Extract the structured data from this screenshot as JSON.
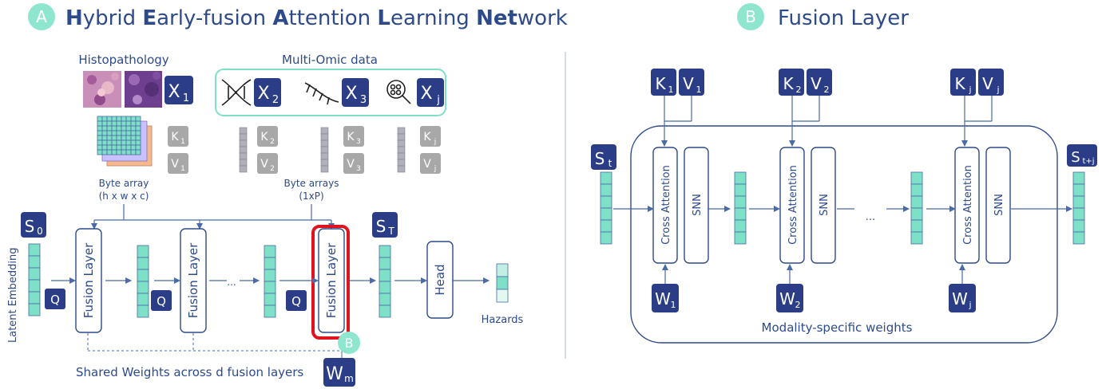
{
  "panelA": {
    "badge": "A",
    "title_parts": [
      {
        "t": "H",
        "b": true
      },
      {
        "t": "ybrid ",
        "b": false
      },
      {
        "t": "E",
        "b": true
      },
      {
        "t": "arly-fusion ",
        "b": false
      },
      {
        "t": "A",
        "b": true
      },
      {
        "t": "ttention ",
        "b": false
      },
      {
        "t": "L",
        "b": true
      },
      {
        "t": "earning ",
        "b": false
      },
      {
        "t": "Net",
        "b": true
      },
      {
        "t": "work",
        "b": false
      }
    ],
    "histopathology_label": "Histopathology",
    "multiomic_label": "Multi-Omic data",
    "x1": "X",
    "x1_sub": "1",
    "x2": "X",
    "x2_sub": "2",
    "x3": "X",
    "x3_sub": "3",
    "xj": "X",
    "xj_sub": "j",
    "k1": "K",
    "k1_sub": "1",
    "v1": "V",
    "v1_sub": "1",
    "k2": "K",
    "k2_sub": "2",
    "v2": "V",
    "v2_sub": "2",
    "k3": "K",
    "k3_sub": "3",
    "v3": "V",
    "v3_sub": "3",
    "kj": "K",
    "kj_sub": "j",
    "vj": "V",
    "vj_sub": "j",
    "byte_array_l1": "Byte array",
    "byte_array_l2": "(h x w x c)",
    "byte_arrays_l1": "Byte arrays",
    "byte_arrays_l2": "(1xP)",
    "s0": "S",
    "s0_sub": "0",
    "st": "S",
    "st_sub": "T",
    "latent_label": "Latent Embedding",
    "fusion_layer": "Fusion Layer",
    "q": "Q",
    "dots": "...",
    "head": "Head",
    "hazards": "Hazards",
    "b_badge": "B",
    "shared_weights": "Shared Weights across d fusion layers",
    "wm": "W",
    "wm_sub": "m"
  },
  "panelB": {
    "badge": "B",
    "title": "Fusion Layer",
    "k1": "K",
    "k1_sub": "1",
    "v1": "V",
    "v1_sub": "1",
    "k2": "K",
    "k2_sub": "2",
    "v2": "V",
    "v2_sub": "2",
    "kj": "K",
    "kj_sub": "j",
    "vj": "V",
    "vj_sub": "j",
    "st": "S",
    "st_sub": "t",
    "stj": "S",
    "stj_sub": "t+j",
    "cross_attention": "Cross Attention",
    "snn": "SNN",
    "dots": "...",
    "w1": "W",
    "w1_sub": "1",
    "w2": "W",
    "w2_sub": "2",
    "wj": "W",
    "wj_sub": "j",
    "modality_weights": "Modality-specific weights"
  },
  "colors": {
    "navy": "#2b3d86",
    "teal_badge": "#8ee6cf",
    "cell": "#7fe0c8",
    "highlight_red": "#e0141e",
    "grey": "#a8a8a8"
  }
}
